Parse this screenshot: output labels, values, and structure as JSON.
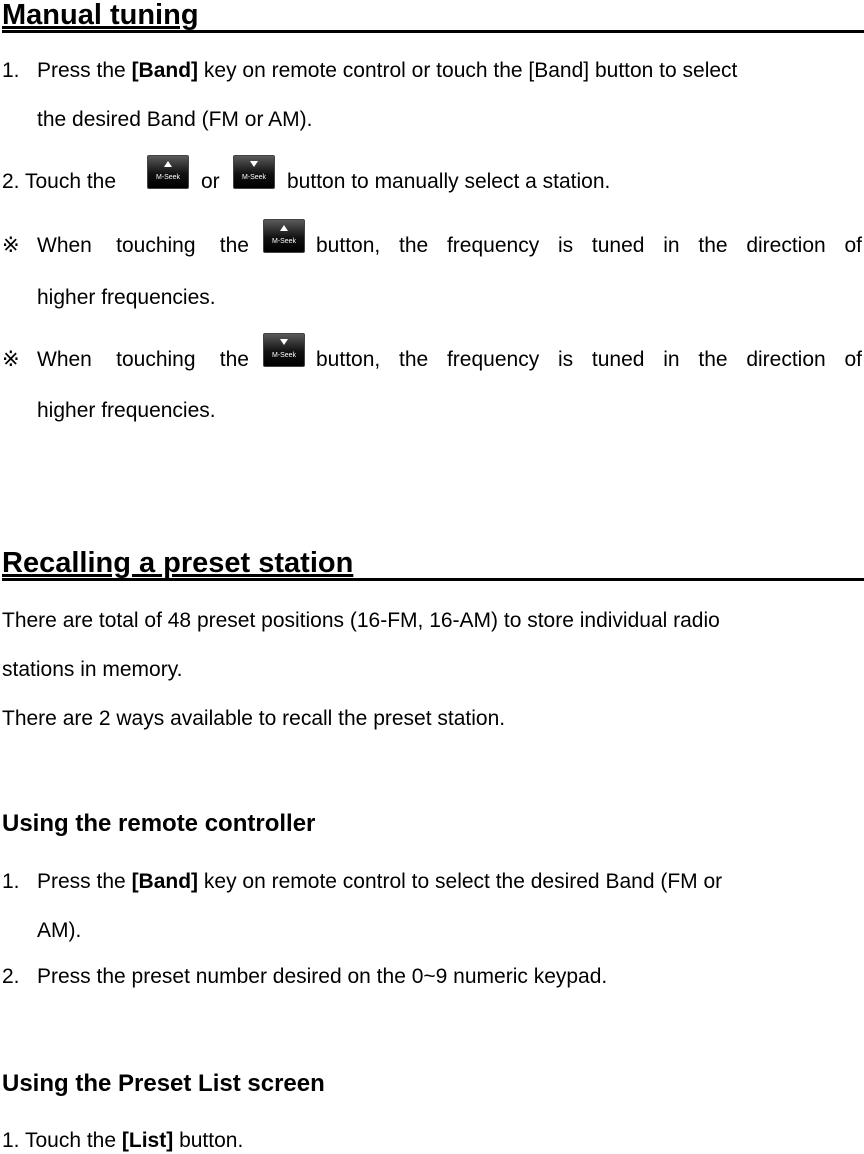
{
  "manual_tuning": {
    "heading": "Manual tuning",
    "step1": {
      "num": "1.",
      "pre": "Press the",
      "bold": "[Band]",
      "post": "key on remote control or touch the [Band] button to select",
      "cont": "the desired Band (FM or AM)."
    },
    "step2": {
      "pre": "2. Touch the",
      "or": "or",
      "post": "button to manually select a station."
    },
    "note1": {
      "mark": "※",
      "words_a": [
        "When",
        "touching",
        "the"
      ],
      "words_b": [
        "button,",
        "the",
        "frequency",
        "is",
        "tuned",
        "in",
        "the",
        "direction",
        "of"
      ],
      "cont": "higher frequencies."
    },
    "note2": {
      "mark": "※",
      "words_a": [
        "When",
        "touching",
        "the"
      ],
      "words_b": [
        "button,",
        "the",
        "frequency",
        "is",
        "tuned",
        "in",
        "the",
        "direction",
        "of"
      ],
      "cont": "higher frequencies."
    },
    "button_label": "M-Seek"
  },
  "recalling": {
    "heading": "Recalling a preset station",
    "para1_line1": "There are total of 48 preset positions (16-FM, 16-AM) to store individual radio",
    "para1_line2": "stations in memory.",
    "para2": "There are 2 ways available to recall the preset station."
  },
  "remote": {
    "heading": "Using the remote controller",
    "step1": {
      "num": "1.",
      "pre": "Press the",
      "bold": "[Band]",
      "post": "key on remote control to select the desired Band (FM or",
      "cont": "AM)."
    },
    "step2": {
      "num": "2.",
      "text": "Press the preset number desired on the 0~9 numeric keypad."
    }
  },
  "preset_list": {
    "heading": "Using the Preset List screen",
    "step1": {
      "pre": "1. Touch the",
      "bold": "[List]",
      "post": "button."
    }
  }
}
